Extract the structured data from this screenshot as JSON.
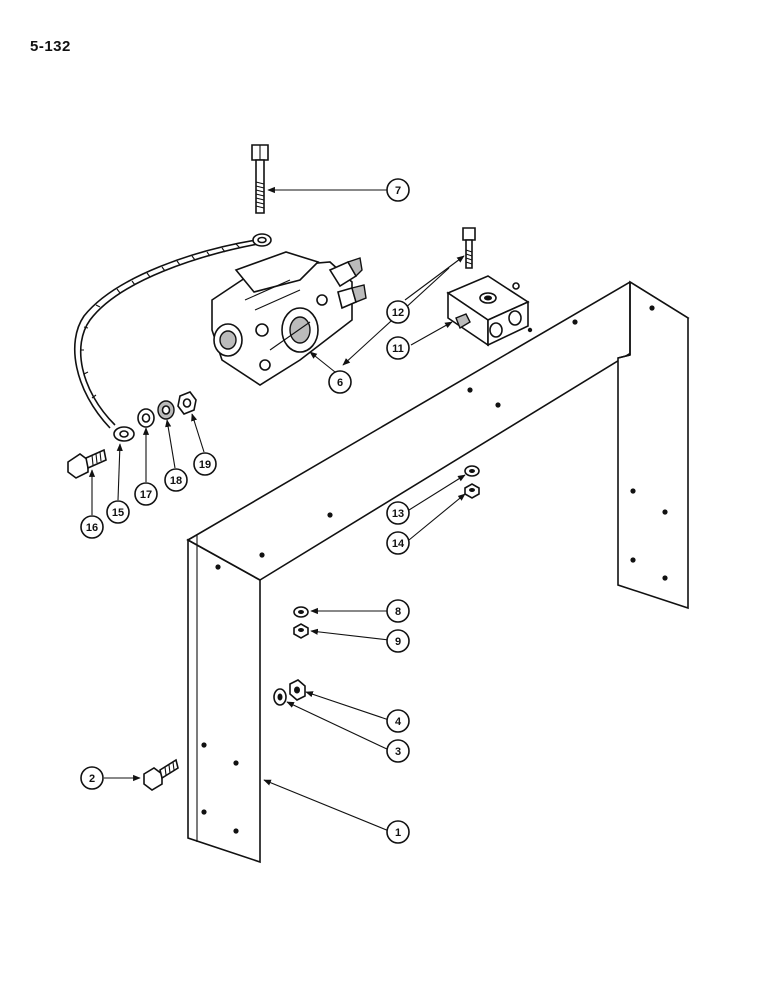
{
  "page": {
    "number": "5-132"
  },
  "callouts": [
    {
      "id": "c1",
      "label": "1"
    },
    {
      "id": "c2",
      "label": "2"
    },
    {
      "id": "c3",
      "label": "3"
    },
    {
      "id": "c4",
      "label": "4"
    },
    {
      "id": "c6",
      "label": "6"
    },
    {
      "id": "c7",
      "label": "7"
    },
    {
      "id": "c8",
      "label": "8"
    },
    {
      "id": "c9",
      "label": "9"
    },
    {
      "id": "c11",
      "label": "11"
    },
    {
      "id": "c12",
      "label": "12"
    },
    {
      "id": "c13",
      "label": "13"
    },
    {
      "id": "c14",
      "label": "14"
    },
    {
      "id": "c15",
      "label": "15"
    },
    {
      "id": "c16",
      "label": "16"
    },
    {
      "id": "c17",
      "label": "17"
    },
    {
      "id": "c18",
      "label": "18"
    },
    {
      "id": "c19",
      "label": "19"
    }
  ]
}
